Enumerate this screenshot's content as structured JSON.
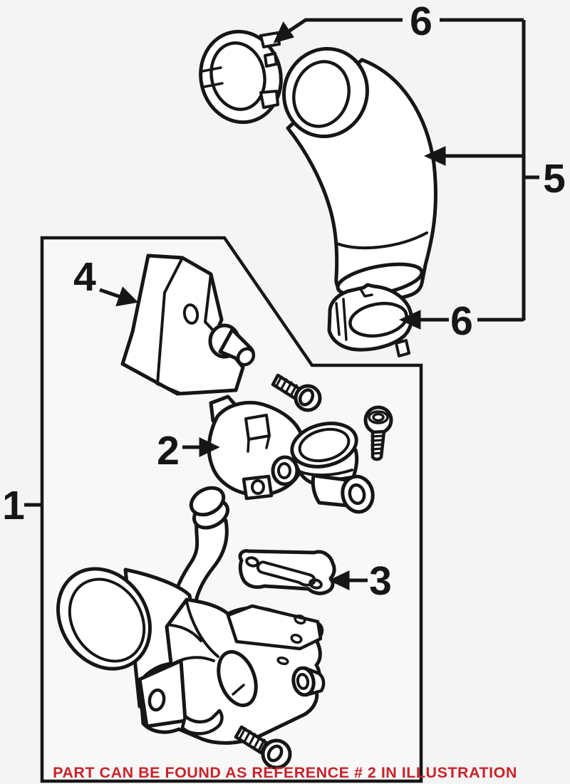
{
  "diagram": {
    "kind": "automotive-parts-exploded-illustration",
    "colors": {
      "line": "#161616",
      "background": "#f4f4f4",
      "box_fill": "#f8f8f8",
      "part_fill": "#ffffff",
      "banner_red": "#c9232a"
    },
    "callouts": [
      {
        "label": "1",
        "points_to": "assembly-reference-box"
      },
      {
        "label": "2",
        "points_to": "valve-assembly"
      },
      {
        "label": "3",
        "points_to": "gasket"
      },
      {
        "label": "4",
        "points_to": "shield-bracket"
      },
      {
        "label": "5",
        "points_to": "air-hose"
      },
      {
        "label": "6",
        "points_to": "hose-clamp-upper"
      },
      {
        "label": "6",
        "points_to": "hose-clamp-lower"
      }
    ],
    "banner": {
      "text": "PART CAN BE FOUND AS REFERENCE # 2 IN ILLUSTRATION",
      "color": "#c9232a"
    }
  }
}
